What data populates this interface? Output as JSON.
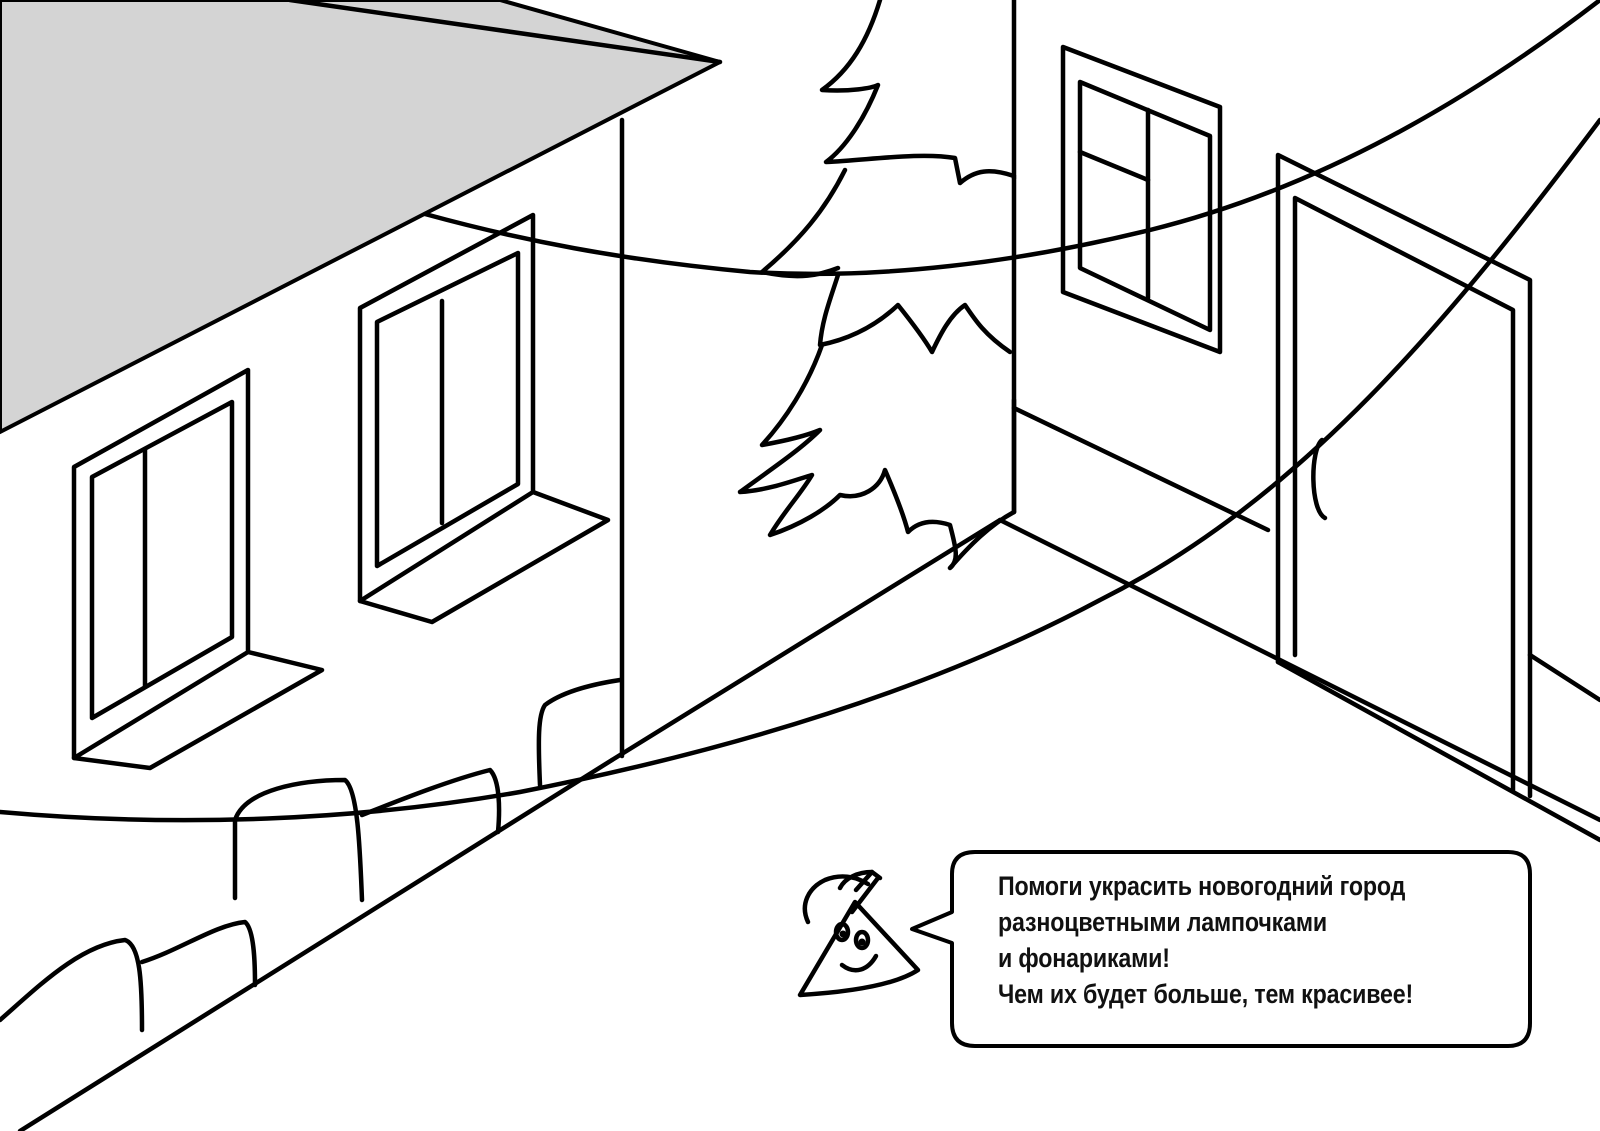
{
  "speech_bubble": {
    "lines": [
      "Помоги украсить новогодний город",
      "разноцветными лампочками",
      "и фонариками!",
      "Чем их будет больше, тем красивее!"
    ]
  },
  "colors": {
    "roof": "#d4d4d4",
    "line": "#000000",
    "background": "#ffffff"
  }
}
